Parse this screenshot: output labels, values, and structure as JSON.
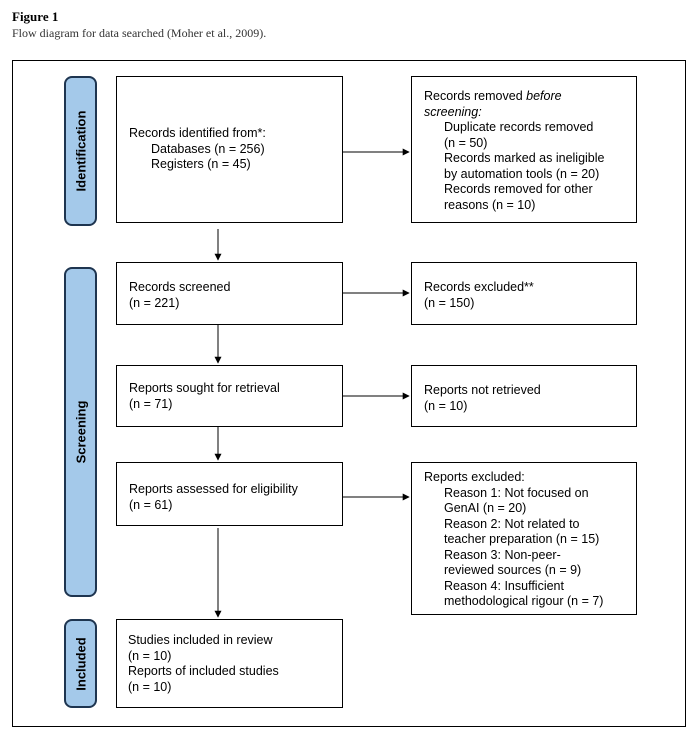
{
  "figure": {
    "label": "Figure 1",
    "caption": "Flow diagram for data searched (Moher et al., 2009)."
  },
  "phases": {
    "identification": "Identification",
    "screening": "Screening",
    "included": "Included"
  },
  "identified": {
    "title": "Records identified from*:",
    "databases": "Databases (n = 256)",
    "registers": "Registers (n = 45)"
  },
  "removed": {
    "title_pre": "Records removed ",
    "title_em": "before",
    "title_post": "screening:",
    "dup": "Duplicate records removed",
    "dup_n": "(n = 50)",
    "ineligible": "Records marked as ineligible",
    "ineligible2": "by automation tools (n = 20)",
    "other": "Records removed for other",
    "other2": "reasons (n = 10)"
  },
  "screened": {
    "title": "Records screened",
    "n": "(n = 221)"
  },
  "excluded": {
    "title": "Records excluded**",
    "n": "(n = 150)"
  },
  "sought": {
    "title": "Reports sought for retrieval",
    "n": "(n = 71)"
  },
  "not_retrieved": {
    "title": "Reports not retrieved",
    "n": "(n = 10)"
  },
  "assessed": {
    "title": "Reports assessed for eligibility",
    "n": "(n = 61)"
  },
  "reports_excluded": {
    "title": "Reports excluded:",
    "r1a": "Reason 1: Not focused on",
    "r1b": "GenAI (n = 20)",
    "r2a": "Reason 2: Not related to",
    "r2b": "teacher preparation (n = 15)",
    "r3a": "Reason 3: Non-peer-",
    "r3b": "reviewed sources (n = 9)",
    "r4a": "Reason 4: Insufficient",
    "r4b": "methodological rigour (n = 7)"
  },
  "included": {
    "studies": "Studies included in review",
    "studies_n": "(n = 10)",
    "reports": "Reports of included studies",
    "reports_n": "(n = 10)"
  },
  "colors": {
    "phase_fill": "#a4c9ea",
    "phase_border": "#1e3550"
  }
}
